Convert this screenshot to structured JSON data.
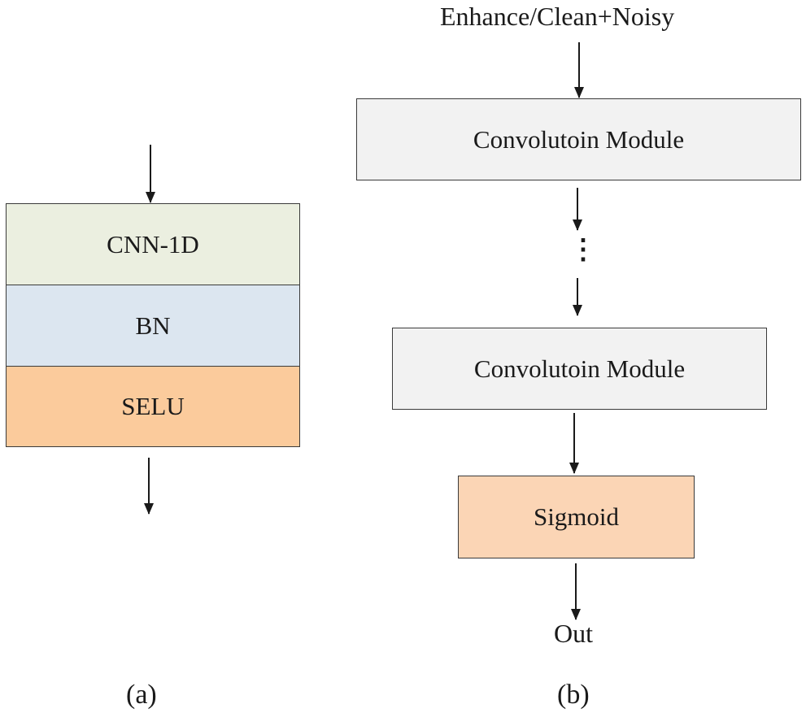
{
  "panel_a": {
    "layers": [
      {
        "label": "CNN-1D",
        "color": "#ebefe0"
      },
      {
        "label": "BN",
        "color": "#dce6f0"
      },
      {
        "label": "SELU",
        "color": "#fbcb9c"
      }
    ],
    "caption": "(a)"
  },
  "panel_b": {
    "input_label": "Enhance/Clean+Noisy",
    "module_top": {
      "label": "Convolutoin Module",
      "color": "#f2f2f2"
    },
    "ellipsis": "⋮",
    "module_bottom": {
      "label": "Convolutoin Module",
      "color": "#f2f2f2"
    },
    "sigmoid": {
      "label": "Sigmoid",
      "color": "#fbd5b5"
    },
    "output_label": "Out",
    "caption": "(b)"
  }
}
